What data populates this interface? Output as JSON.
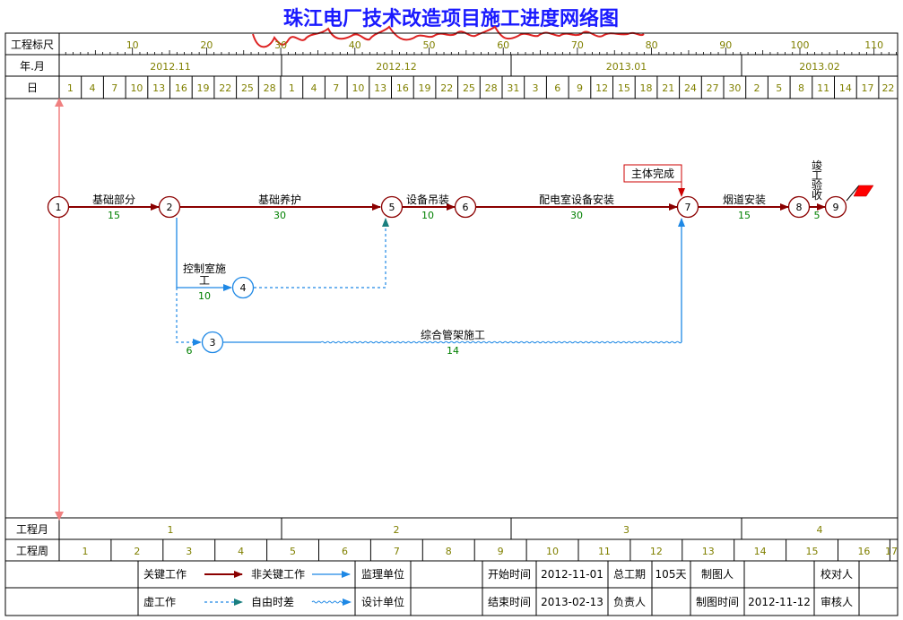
{
  "title": "珠江电厂技术改造项目施工进度网络图",
  "scale": {
    "label": "工程标尺",
    "ticks": [
      "10",
      "20",
      "30",
      "40",
      "50",
      "60",
      "70",
      "80",
      "90",
      "100",
      "110"
    ]
  },
  "month_row": {
    "label": "年.月",
    "months": [
      "2012.11",
      "2012.12",
      "2013.01",
      "2013.02"
    ]
  },
  "day_row": {
    "label": "日",
    "days": [
      "1",
      "4",
      "7",
      "10",
      "13",
      "16",
      "19",
      "22",
      "25",
      "28",
      "1",
      "4",
      "7",
      "10",
      "13",
      "16",
      "19",
      "22",
      "25",
      "28",
      "31",
      "3",
      "6",
      "9",
      "12",
      "15",
      "18",
      "21",
      "24",
      "27",
      "30",
      "2",
      "5",
      "8",
      "11",
      "14",
      "17",
      "22"
    ]
  },
  "project_month_row": {
    "label": "工程月",
    "months": [
      "1",
      "2",
      "3",
      "4"
    ]
  },
  "project_week_row": {
    "label": "工程周",
    "weeks": [
      "1",
      "2",
      "3",
      "4",
      "5",
      "6",
      "7",
      "8",
      "9",
      "10",
      "11",
      "12",
      "13",
      "14",
      "15",
      "16",
      "17"
    ]
  },
  "nodes": [
    "1",
    "2",
    "3",
    "4",
    "5",
    "6",
    "7",
    "8",
    "9"
  ],
  "activities": [
    {
      "name": "基础部分",
      "duration": "15"
    },
    {
      "name": "基础养护",
      "duration": "30"
    },
    {
      "name": "设备吊装",
      "duration": "10"
    },
    {
      "name": "配电室设备安装",
      "duration": "30"
    },
    {
      "name": "烟道安装",
      "duration": "15"
    },
    {
      "name": "竣工验收",
      "duration": "5"
    },
    {
      "name": "控制室施工",
      "duration": "10"
    },
    {
      "name": "综合管架施工",
      "duration": "14"
    },
    {
      "name": "",
      "duration": "6"
    }
  ],
  "milestone": "主体完成",
  "legend": {
    "critical": "关键工作",
    "noncritical": "非关键工作",
    "dummy": "虚工作",
    "free_float": "自由时差"
  },
  "info": {
    "supervisor_label": "监理单位",
    "supervisor_value": "",
    "design_label": "设计单位",
    "design_value": "",
    "start_label": "开始时间",
    "start_value": "2012-11-01",
    "end_label": "结束时间",
    "end_value": "2013-02-13",
    "duration_label": "总工期",
    "duration_value": "105天",
    "responsible_label": "负责人",
    "responsible_value": "",
    "drafter_label": "制图人",
    "drafter_value": "",
    "draw_time_label": "制图时间",
    "draw_time_value": "2012-11-12",
    "proofreader_label": "校对人",
    "proofreader_value": "",
    "reviewer_label": "审核人",
    "reviewer_value": ""
  },
  "colors": {
    "critical": "#8b0000",
    "noncritical": "#1e88e5",
    "dummy": "#1e88e5",
    "free_float": "#1e88e5",
    "duration_text": "#008000",
    "grid_text": "#808000",
    "title": "#1a1aff",
    "flag": "#ff0000",
    "milestone_border": "#cc0000",
    "time_axis": "#f08080"
  }
}
